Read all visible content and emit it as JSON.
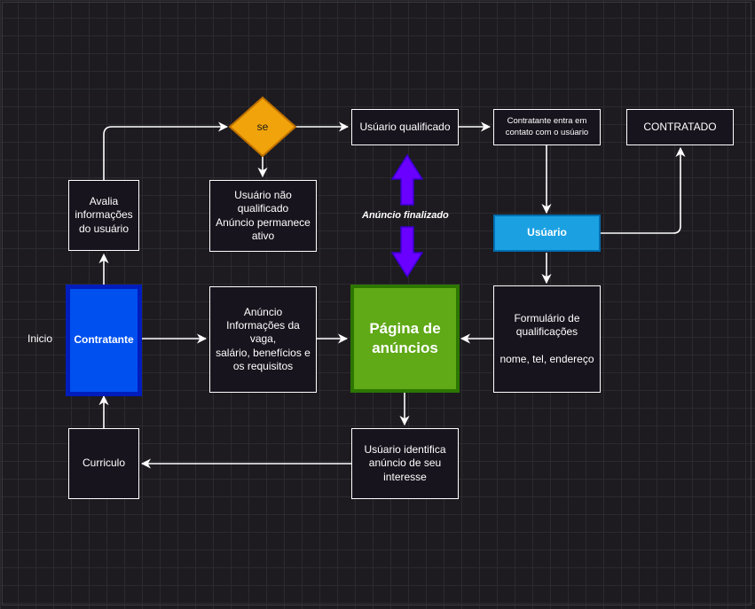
{
  "nodes": {
    "inicio": "Inicio",
    "contratante": "Contratante",
    "avalia": "Avalia\ninformações\ndo usuário",
    "se": "se",
    "nao_qualificado": "Usuário não\nqualificado\nAnúncio permanece\nativo",
    "qualificado": "Usúario qualificado",
    "contato": "Contratante entra em\ncontato com o usúario",
    "contratado": "CONTRATADO",
    "usuario": "Usúario",
    "formulario": "Formulário de\nqualificações\n\nnome, tel, endereço",
    "anuncio": "Anúncio\nInformações da vaga,\nsalário, benefícios e\nos requisitos",
    "pagina": "Página de\nanúncios",
    "identifica": "Usúario identifica\nanúncio de seu\ninteresse",
    "curriculo": "Curriculo",
    "finalizado": "Anúncio finalizado"
  },
  "colors": {
    "background": "#1d1b20",
    "contratante_fill": "#0050ef",
    "usuario_fill": "#1ba1e2",
    "pagina_fill": "#60a917",
    "decision_fill": "#f0a30a",
    "double_arrow": "#6a00ff"
  }
}
